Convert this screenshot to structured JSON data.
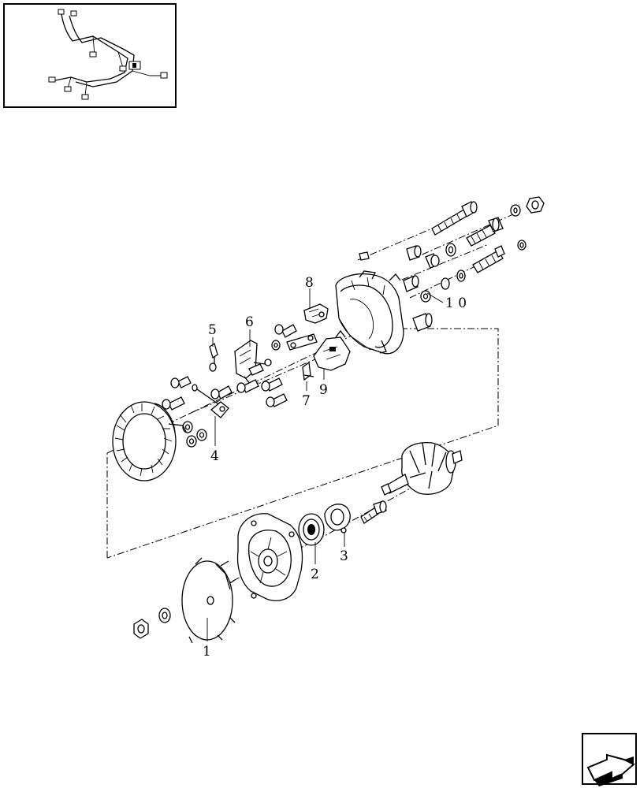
{
  "diagram": {
    "callouts": [
      "1",
      "2",
      "3",
      "4",
      "5",
      "6",
      "7",
      "8",
      "9",
      "1 0"
    ]
  },
  "icons": {
    "thumbnail": "wiring-harness-thumbnail-icon",
    "nav": "next-page-arrow-icon"
  }
}
